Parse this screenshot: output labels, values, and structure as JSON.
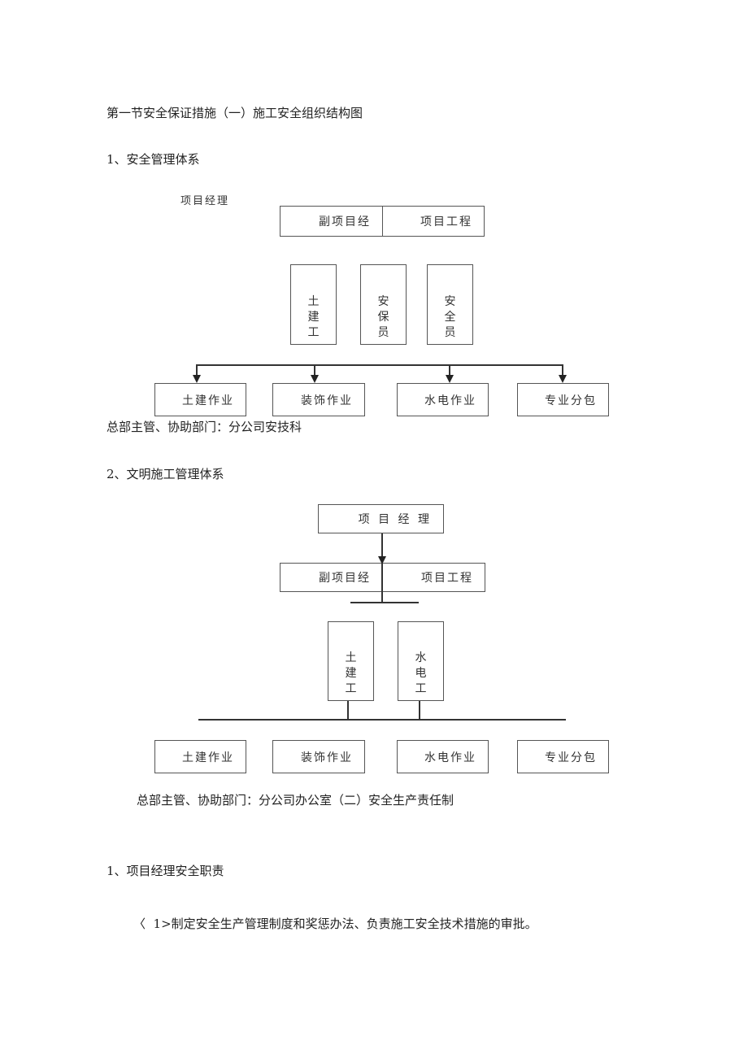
{
  "heading": "第一节安全保证措施（一）施工安全组织结构图",
  "section1": {
    "title": "1、安全管理体系",
    "top_label": "项目经理",
    "row2": [
      "副项目经",
      "项目工程"
    ],
    "row3": [
      [
        "土",
        "建",
        "工"
      ],
      [
        "安",
        "保",
        "员"
      ],
      [
        "安",
        "全",
        "员"
      ]
    ],
    "row4": [
      "土建作业",
      "装饰作业",
      "水电作业",
      "专业分包"
    ],
    "note": "总部主管、协助部门：分公司安技科"
  },
  "section2": {
    "title": "2、文明施工管理体系",
    "top_label": "项 目 经 理",
    "row2": [
      "副项目经",
      "项目工程"
    ],
    "row3": [
      [
        "土",
        "建",
        "工"
      ],
      [
        "水",
        "电",
        "工"
      ]
    ],
    "row4": [
      "土建作业",
      "装饰作业",
      "水电作业",
      "专业分包"
    ],
    "note": "总部主管、协助部门：分公司办公室（二）安全生产责任制"
  },
  "section3": {
    "title": "1、项目经理安全职责",
    "item1": "〈  1>制定安全生产管理制度和奖惩办法、负责施工安全技术措施的审批。"
  }
}
